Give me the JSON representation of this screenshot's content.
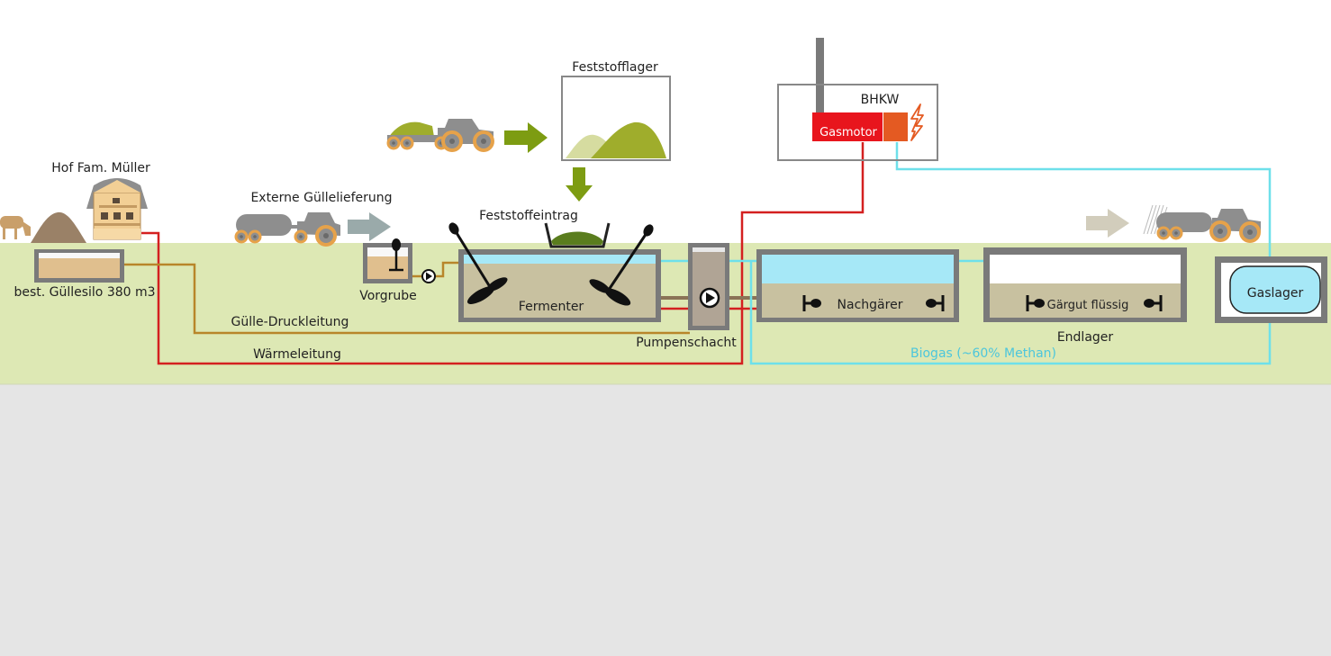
{
  "labels": {
    "feststofflager": "Feststofflager",
    "bhkw": "BHKW",
    "gasmotor": "Gasmotor",
    "hof": "Hof Fam. Müller",
    "externe": "Externe Güllelieferung",
    "feststoffeintrag": "Feststoffeintrag",
    "guellesilo": "best. Güllesilo 380 m3",
    "vorgrube": "Vorgrube",
    "fermenter": "Fermenter",
    "pumpenschacht": "Pumpenschacht",
    "nachgaerer": "Nachgärer",
    "gaergut": "Gärgut flüssig",
    "endlager": "Endlager",
    "gaslager": "Gaslager",
    "guelle_druckleitung": "Gülle-Druckleitung",
    "waermeleitung": "Wärmeleitung",
    "biogas": "Biogas (~60% Methan)"
  },
  "colors": {
    "ground": "#dde8b4",
    "sky": "#ffffff",
    "background": "#e5e5e5",
    "tank_frame": "#7a7a7a",
    "substrate": "#c8c1a0",
    "slurry": "#e0bf8e",
    "water": "#a6e8f7",
    "heat_line": "#d42020",
    "slurry_line": "#b8862a",
    "biogas_line": "#6ee0ea",
    "biogas_text": "#4cc6dc",
    "silage": "#9fad2c",
    "arrow_green": "#7d9c12",
    "arrow_grey": "#9aaaaa",
    "arrow_beige": "#d2cdbc",
    "gasmotor": "#e8151d",
    "generator": "#e45a22",
    "tractor": "#8e8e8e",
    "wheel": "#e6a24a"
  }
}
